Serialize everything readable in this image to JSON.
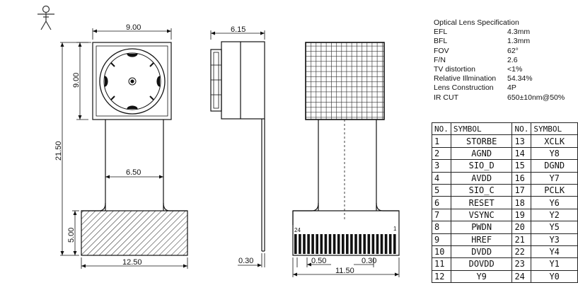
{
  "front_view": {
    "width_label": "9.00",
    "height_label": "9.00",
    "total_length_label": "21.50",
    "flex_width_label": "6.50",
    "connector_height_label": "5.00",
    "connector_width_label": "12.50"
  },
  "side_view": {
    "depth_label": "6.15",
    "thickness_label": "0.30"
  },
  "back_view": {
    "pin_pitch_label": "0.50",
    "pin_gap_label": "0.30",
    "width_label": "11.50",
    "pin_first_label": "24",
    "pin_last_label": "1"
  },
  "spec": {
    "title": "Optical Lens Specification",
    "rows": [
      {
        "key": "EFL",
        "value": "4.3mm"
      },
      {
        "key": "BFL",
        "value": "1.3mm"
      },
      {
        "key": "FOV",
        "value": "62°"
      },
      {
        "key": "F/N",
        "value": "2.6"
      },
      {
        "key": "TV distortion",
        "value": "<1%"
      },
      {
        "key": "Relative Illmination",
        "value": "54.34%"
      },
      {
        "key": "Lens Construction",
        "value": "4P"
      },
      {
        "key": "IR CUT",
        "value": "650±10nm@50%"
      }
    ]
  },
  "pin_table": {
    "headers": [
      "NO.",
      "SYMBOL",
      "NO.",
      "SYMBOL"
    ],
    "rows": [
      [
        "1",
        "STORBE",
        "13",
        "XCLK"
      ],
      [
        "2",
        "AGND",
        "14",
        "Y8"
      ],
      [
        "3",
        "SIO_D",
        "15",
        "DGND"
      ],
      [
        "4",
        "AVDD",
        "16",
        "Y7"
      ],
      [
        "5",
        "SIO_C",
        "17",
        "PCLK"
      ],
      [
        "6",
        "RESET",
        "18",
        "Y6"
      ],
      [
        "7",
        "VSYNC",
        "19",
        "Y2"
      ],
      [
        "8",
        "PWDN",
        "20",
        "Y5"
      ],
      [
        "9",
        "HREF",
        "21",
        "Y3"
      ],
      [
        "10",
        "DVDD",
        "22",
        "Y4"
      ],
      [
        "11",
        "DOVDD",
        "23",
        "Y1"
      ],
      [
        "12",
        "Y9",
        "24",
        "Y0"
      ]
    ]
  }
}
